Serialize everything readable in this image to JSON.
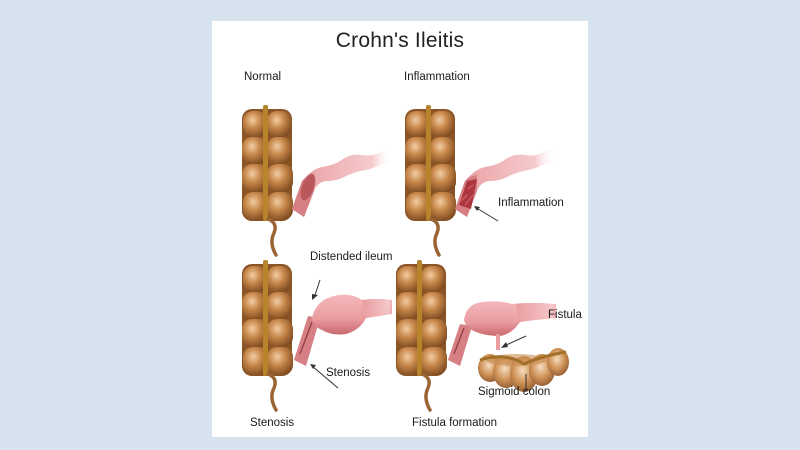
{
  "diagram": {
    "title": "Crohn's Ileitis",
    "panels": [
      {
        "id": "normal",
        "caption": "Normal",
        "annotations": []
      },
      {
        "id": "inflammation",
        "caption": "Inflammation",
        "annotations": [
          "Inflammation"
        ]
      },
      {
        "id": "stenosis",
        "caption": "Stenosis",
        "annotations": [
          "Distended ileum",
          "Stenosis"
        ]
      },
      {
        "id": "fistula",
        "caption": "Fistula formation",
        "annotations": [
          "Fistula",
          "Sigmoid colon"
        ]
      }
    ]
  },
  "colors": {
    "background": "#d6e3ef",
    "panel": "#ffffff",
    "colon": "#c7874a",
    "colon_dark": "#8a5426",
    "colon_highlight": "#f2cda4",
    "taenia_band": "#b7842c",
    "ileum": "#e99ca0",
    "ileum_dark": "#c9686e",
    "inflamed_lumen": "#a8303a",
    "text": "#1a1a1a"
  }
}
